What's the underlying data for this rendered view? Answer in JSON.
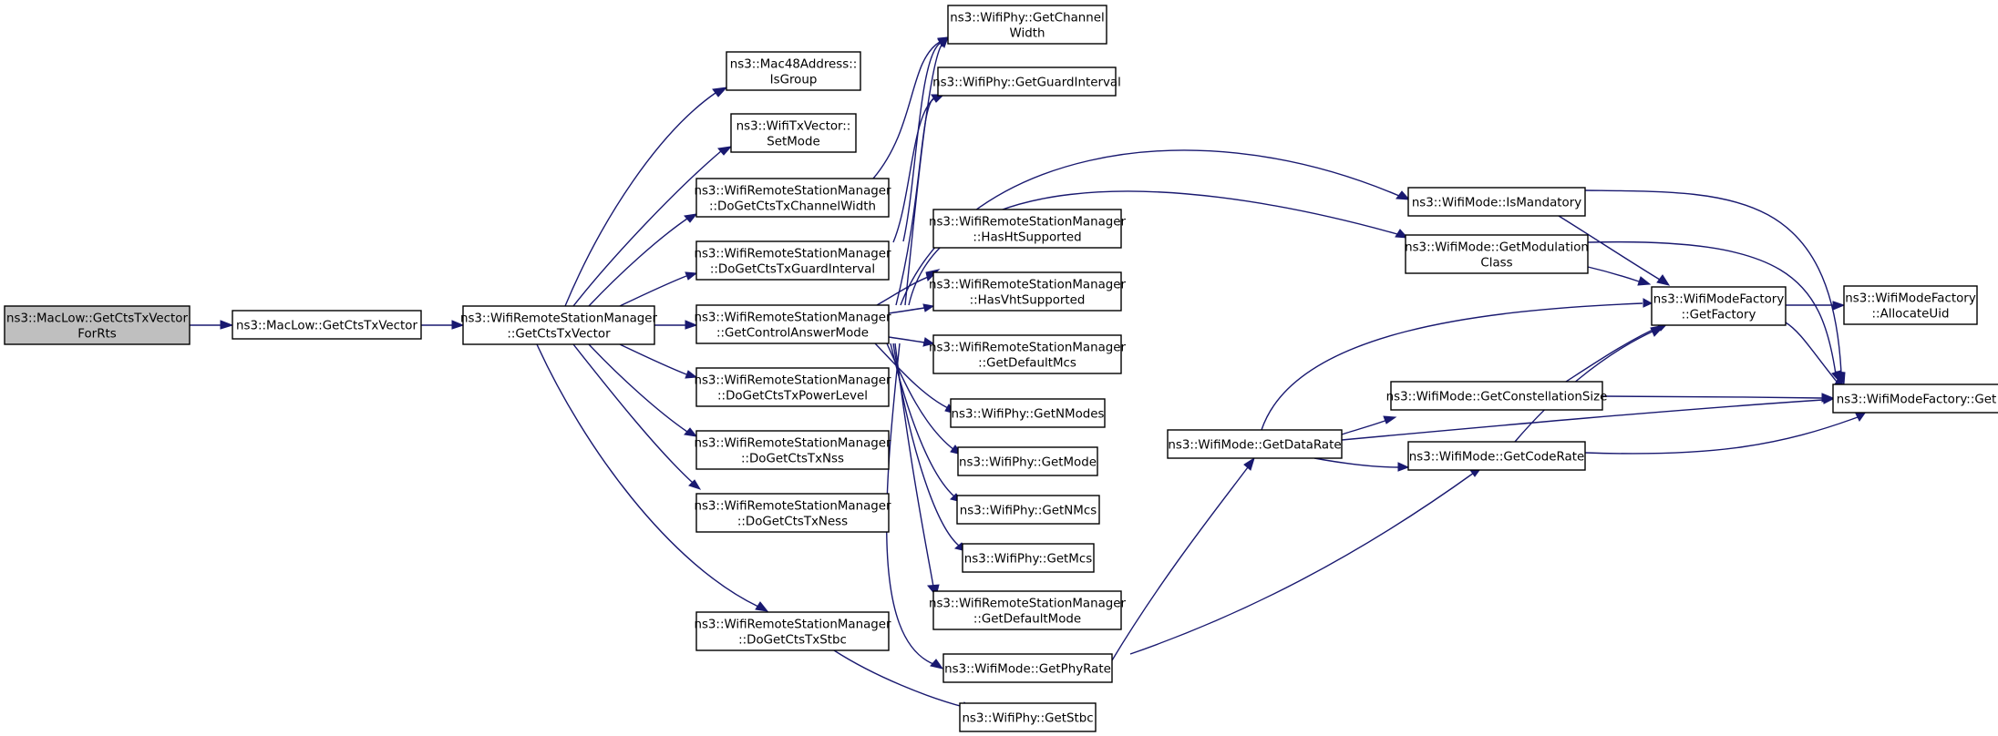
{
  "diagram": {
    "colors": {
      "edge": "#191970",
      "node_fill": "#ffffff",
      "root_fill": "#bfbfbf",
      "border": "#000000"
    },
    "nodes": {
      "n0": [
        "ns3::MacLow::GetCtsTxVector",
        "ForRts"
      ],
      "n1": [
        "ns3::MacLow::GetCtsTxVector"
      ],
      "n2": [
        "ns3::WifiRemoteStationManager",
        "::GetCtsTxVector"
      ],
      "n3": [
        "ns3::Mac48Address::",
        "IsGroup"
      ],
      "n4": [
        "ns3::WifiTxVector::",
        "SetMode"
      ],
      "n5": [
        "ns3::WifiRemoteStationManager",
        "::DoGetCtsTxChannelWidth"
      ],
      "n6": [
        "ns3::WifiRemoteStationManager",
        "::DoGetCtsTxGuardInterval"
      ],
      "n7": [
        "ns3::WifiRemoteStationManager",
        "::GetControlAnswerMode"
      ],
      "n8": [
        "ns3::WifiRemoteStationManager",
        "::DoGetCtsTxPowerLevel"
      ],
      "n9": [
        "ns3::WifiRemoteStationManager",
        "::DoGetCtsTxNss"
      ],
      "n10": [
        "ns3::WifiRemoteStationManager",
        "::DoGetCtsTxNess"
      ],
      "n11": [
        "ns3::WifiRemoteStationManager",
        "::DoGetCtsTxStbc"
      ],
      "n12": [
        "ns3::WifiPhy::GetChannel",
        "Width"
      ],
      "n13": [
        "ns3::WifiPhy::GetGuardInterval"
      ],
      "n14": [
        "ns3::WifiRemoteStationManager",
        "::HasHtSupported"
      ],
      "n15": [
        "ns3::WifiRemoteStationManager",
        "::HasVhtSupported"
      ],
      "n16": [
        "ns3::WifiRemoteStationManager",
        "::GetDefaultMcs"
      ],
      "n17": [
        "ns3::WifiPhy::GetNModes"
      ],
      "n18": [
        "ns3::WifiPhy::GetMode"
      ],
      "n19": [
        "ns3::WifiPhy::GetNMcs"
      ],
      "n20": [
        "ns3::WifiPhy::GetMcs"
      ],
      "n21": [
        "ns3::WifiRemoteStationManager",
        "::GetDefaultMode"
      ],
      "n22": [
        "ns3::WifiMode::GetPhyRate"
      ],
      "n23": [
        "ns3::WifiPhy::GetStbc"
      ],
      "n24": [
        "ns3::WifiMode::IsMandatory"
      ],
      "n25": [
        "ns3::WifiMode::GetModulation",
        "Class"
      ],
      "n26": [
        "ns3::WifiMode::GetDataRate"
      ],
      "n27": [
        "ns3::WifiModeFactory",
        "::GetFactory"
      ],
      "n28": [
        "ns3::WifiMode::GetConstellationSize"
      ],
      "n29": [
        "ns3::WifiMode::GetCodeRate"
      ],
      "n30": [
        "ns3::WifiModeFactory",
        "::AllocateUid"
      ],
      "n31": [
        "ns3::WifiModeFactory::Get"
      ]
    }
  }
}
